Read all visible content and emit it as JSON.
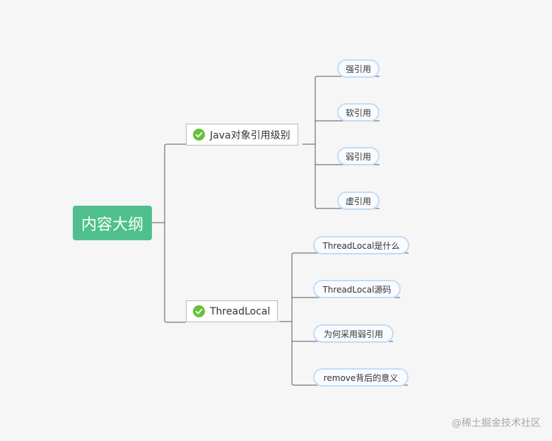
{
  "root": {
    "label": "内容大纲"
  },
  "branches": [
    {
      "label": "Java对象引用级别",
      "children": [
        "强引用",
        "软引用",
        "弱引用",
        "虚引用"
      ]
    },
    {
      "label": "ThreadLocal",
      "children": [
        "ThreadLocal是什么",
        "ThreadLocal源码",
        "为何采用弱引用",
        "remove背后的意义"
      ]
    }
  ],
  "watermark": "@稀土掘金技术社区",
  "colors": {
    "root_fill": "#4fc08d",
    "check_icon": "#67c23a",
    "leaf_border": "#c3dcf5",
    "connector": "#555555"
  }
}
